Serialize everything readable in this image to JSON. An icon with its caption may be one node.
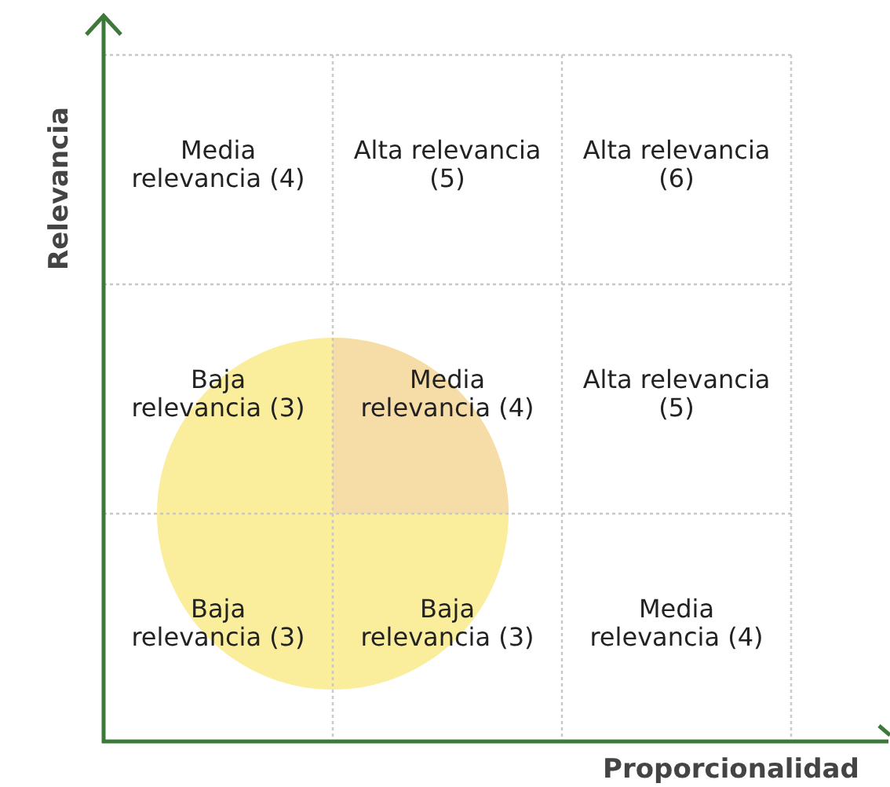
{
  "diagram": {
    "nodes": [
      {
        "text": [
          "Media relevancia (4)"
        ]
      },
      {
        "text": [
          "Alta relevancia (5)"
        ]
      },
      {
        "text": [
          "Alta relevancia (6)"
        ]
      },
      {
        "text": [
          "Baja relevancia (3)"
        ]
      },
      {
        "text": [
          "Media relevancia (4)"
        ]
      },
      {
        "text": [
          "Alta relevancia (5)"
        ]
      },
      {
        "text": [
          "Baja relevancia (3)"
        ]
      },
      {
        "text": [
          "Baja relevancia (3)"
        ]
      },
      {
        "text": [
          "Media relevancia (4)"
        ]
      }
    ],
    "edges": [],
    "labels": [
      "Relevancia",
      "Proporcionalidad"
    ]
  }
}
